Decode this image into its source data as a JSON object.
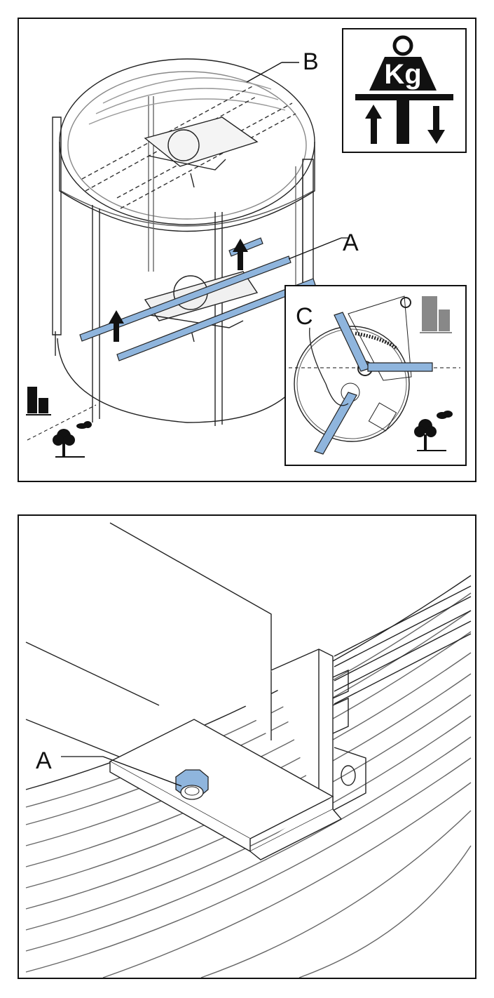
{
  "callouts": {
    "top_b": "B",
    "top_a": "A",
    "inset_c": "C",
    "bottom_a": "A"
  },
  "weight_icon": {
    "unit": "Kg"
  },
  "colors": {
    "accent_blue": "#8fb5dd",
    "line": "#111111",
    "background": "#ffffff"
  },
  "icons": [
    "weight-kg-icon",
    "building-icon",
    "tree-cloud-icon",
    "arrow-up-icon",
    "arrow-down-icon"
  ]
}
